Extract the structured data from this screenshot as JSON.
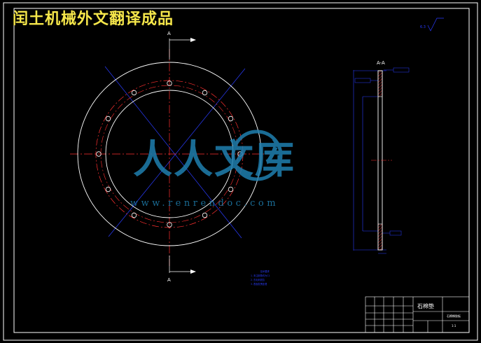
{
  "header": {
    "title": "闰土机械外文翻译成品"
  },
  "watermark": {
    "logo_text": "人人文库",
    "url": "www.renrendoc.com"
  },
  "drawing": {
    "section_mark": "A",
    "section_view_label": "A-A",
    "roughness_note": "6.3",
    "hole_count": 12,
    "tech_notes": [
      "技术要求",
      "1. 未注倒角均为C1",
      "2. 去毛刺锐边",
      "3. 表面发黑处理"
    ]
  },
  "title_block": {
    "part_name": "石棉垫",
    "material": "石棉橡胶板",
    "sheet": "1:1"
  },
  "colors": {
    "background": "#000000",
    "outline": "#ffffff",
    "centerline": "#ff3030",
    "dimension": "#2a3cff",
    "header": "#f5e64a",
    "watermark": "#1f7fb0"
  }
}
